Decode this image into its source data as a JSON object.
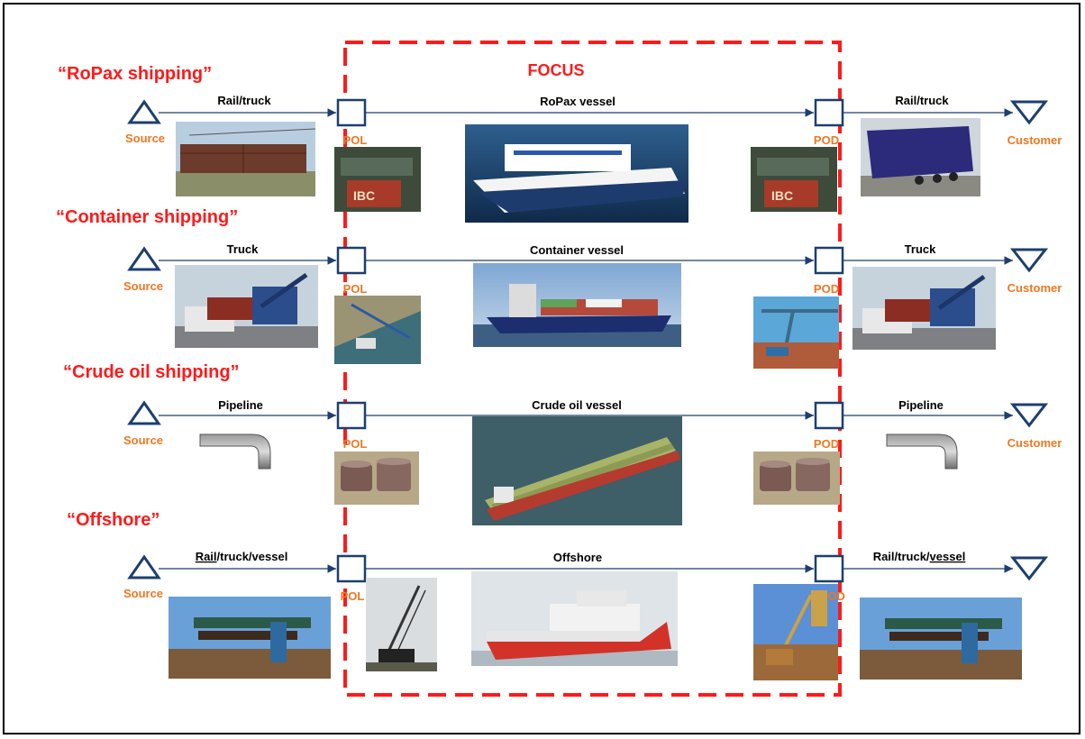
{
  "focus_label": "FOCUS",
  "rows": [
    {
      "title": "“RoPax shipping”",
      "source_label": "Source",
      "pol_label": "POL",
      "pod_label": "POD",
      "customer_label": "Customer",
      "leg_in": "Rail/truck",
      "leg_sea": "RoPax vessel",
      "leg_out": "Rail/truck",
      "photos": [
        "rail wagons",
        "intermodal containers at port",
        "RoPax cruise ferry",
        "intermodal containers at port",
        "semi-trailer truck"
      ]
    },
    {
      "title": "“Container shipping”",
      "source_label": "Source",
      "pol_label": "POL",
      "pod_label": "POD",
      "customer_label": "Customer",
      "leg_in": "Truck",
      "leg_sea": "Container vessel",
      "leg_out": "Truck",
      "photos": [
        "reach stacker with truck",
        "container terminal aerial",
        "container ship",
        "gantry crane with containers",
        "reach stacker with truck"
      ]
    },
    {
      "title": "“Crude oil shipping”",
      "source_label": "Source",
      "pol_label": "POL",
      "pod_label": "POD",
      "customer_label": "Customer",
      "leg_in": "Pipeline",
      "leg_sea": "Crude oil vessel",
      "leg_out": "Pipeline",
      "photos": [
        "pipeline elbow",
        "oil storage tanks",
        "crude oil tanker",
        "oil storage tanks",
        "pipeline elbow"
      ]
    },
    {
      "title": "“Offshore”",
      "source_label": "Source",
      "pol_label": "POL",
      "pod_label": "OD",
      "customer_label": "",
      "leg_in_parts": [
        "Rail",
        "/truck/vessel"
      ],
      "leg_sea": "Offshore",
      "leg_out_parts": [
        "Rail/truck/",
        "vessel"
      ],
      "photos": [
        "pipe handler with pipes",
        "crawler crane",
        "offshore supply vessel",
        "harbour crane with cargo",
        "pipe handler with pipes"
      ]
    }
  ],
  "colors": {
    "title_red": "#ff1a1a",
    "focus_red": "#ff1a1a",
    "node_orange": "#ee7722",
    "line_blue": "#1c3f6e",
    "text_black": "#000000"
  }
}
